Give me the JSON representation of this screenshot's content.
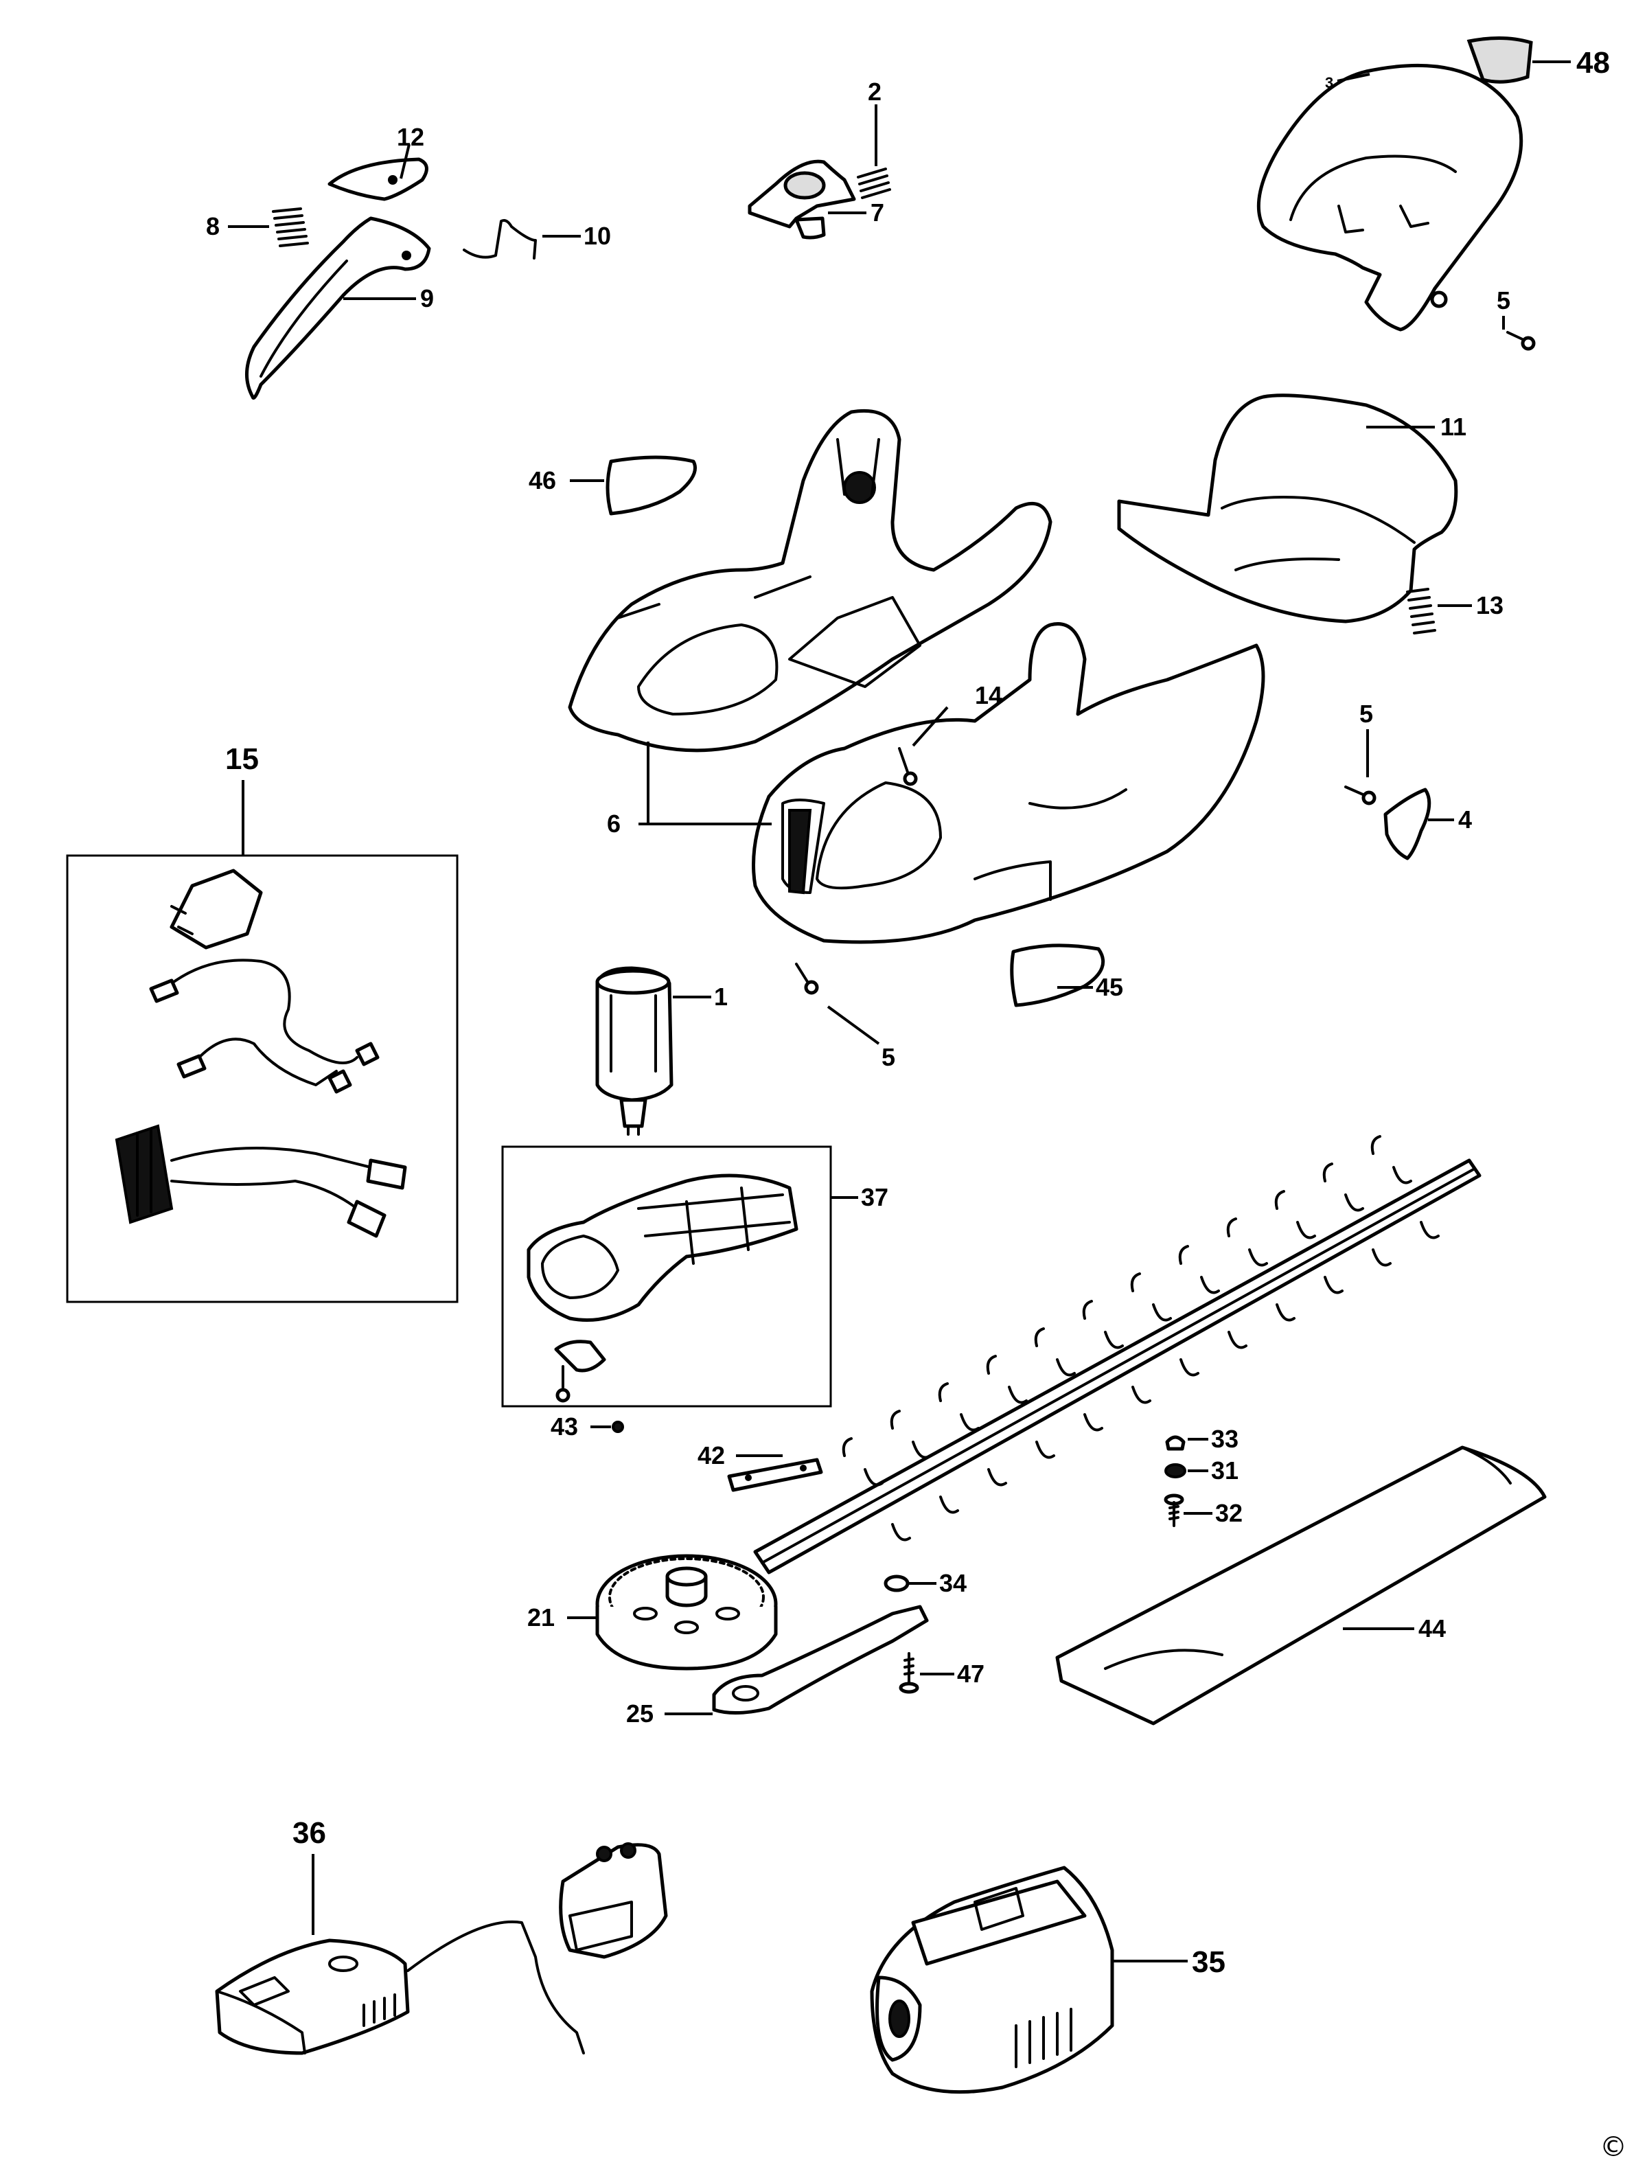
{
  "labels": {
    "p1": "1",
    "p2": "2",
    "p3": "3",
    "p4": "4",
    "p5a": "5",
    "p5b": "5",
    "p5c": "5",
    "p6": "6",
    "p7": "7",
    "p8": "8",
    "p9": "9",
    "p10": "10",
    "p11": "11",
    "p12": "12",
    "p13": "13",
    "p14": "14",
    "p15": "15",
    "p21": "21",
    "p25": "25",
    "p31": "31",
    "p32": "32",
    "p33": "33",
    "p34": "34",
    "p35": "35",
    "p36": "36",
    "p37": "37",
    "p42": "42",
    "p43": "43",
    "p44": "44",
    "p45": "45",
    "p46": "46",
    "p47": "47",
    "p48": "48"
  },
  "copyright": "©"
}
